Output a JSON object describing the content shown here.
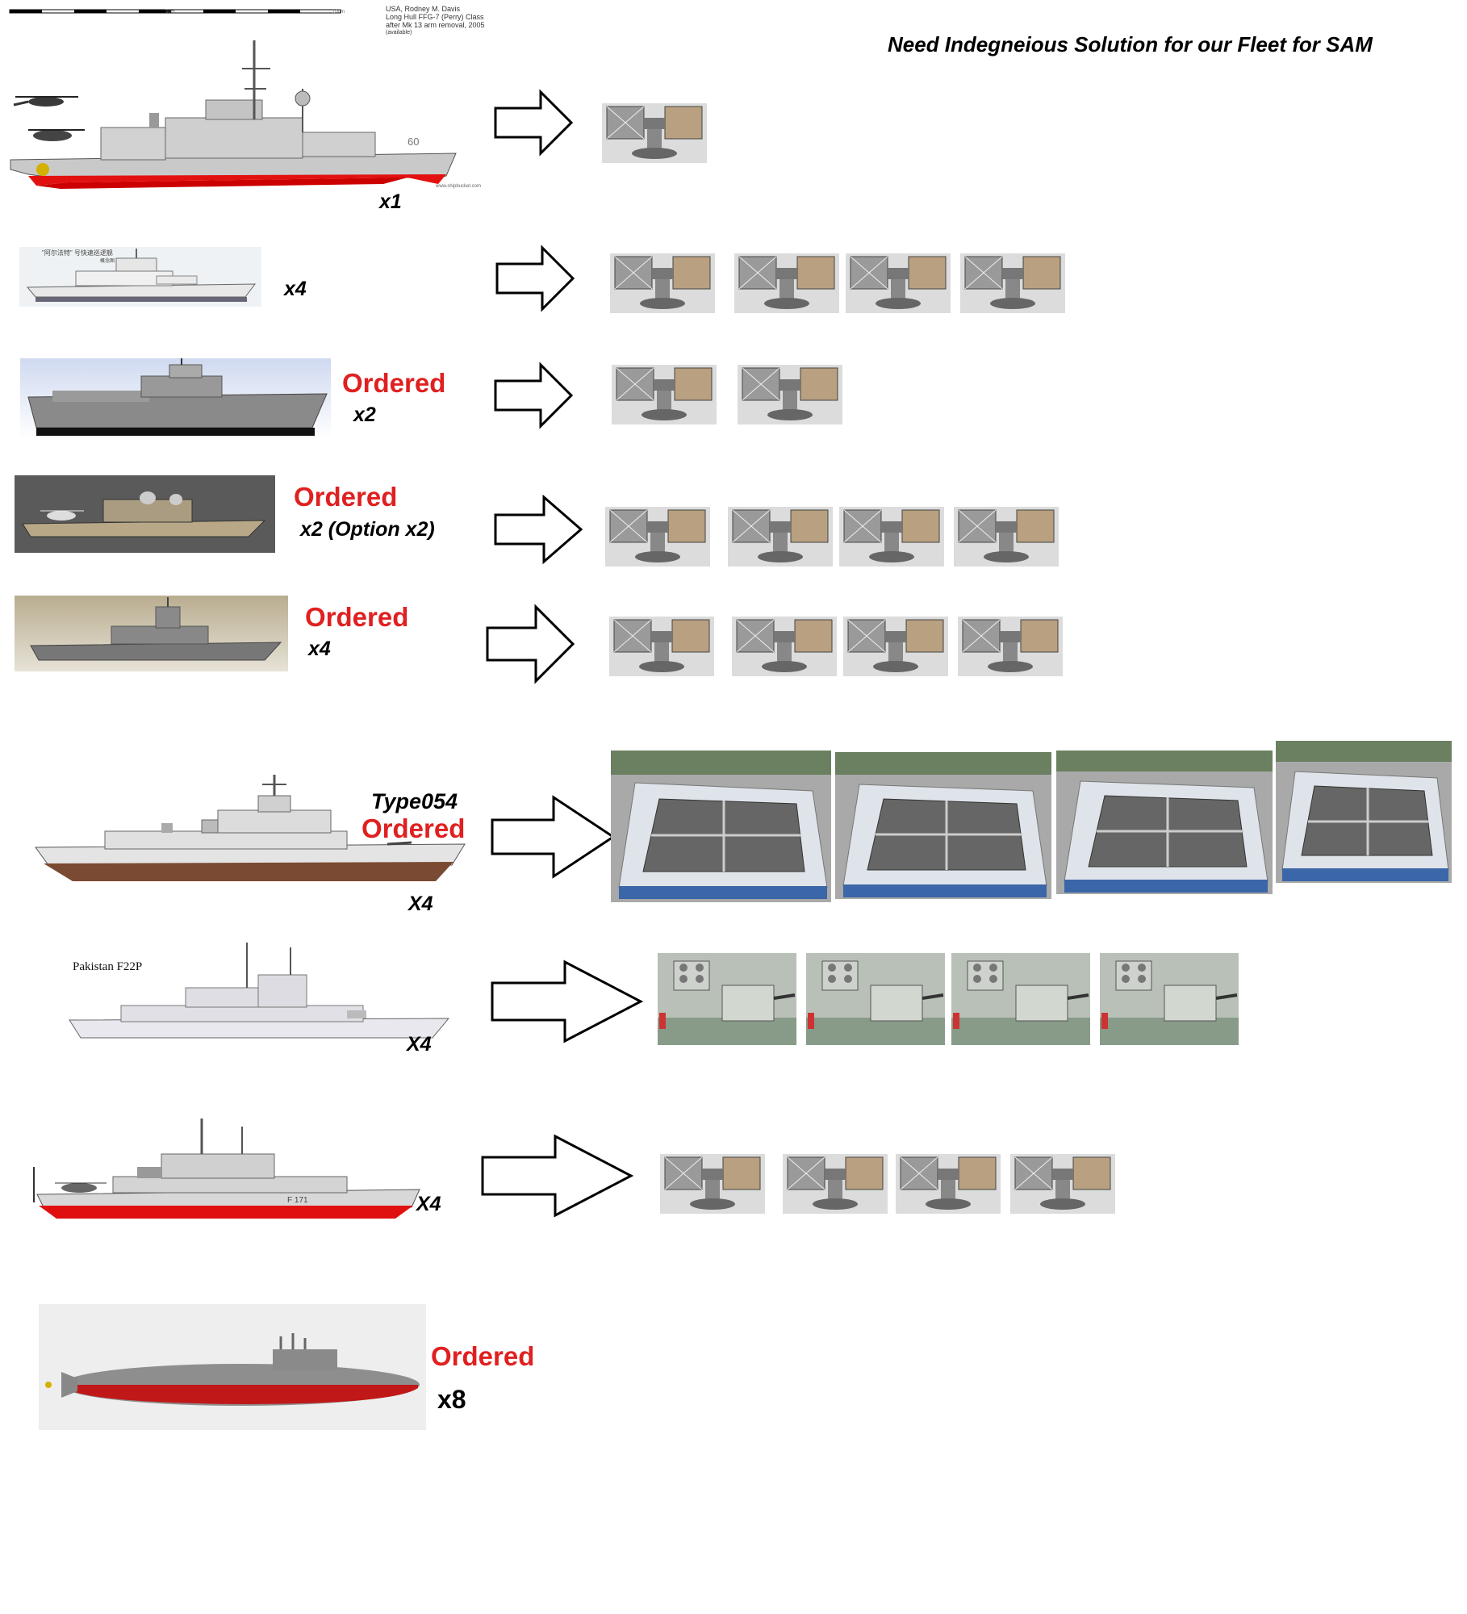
{
  "title": "Need Indegneious Solution for our Fleet for SAM",
  "drawing_credit": {
    "lines": [
      "USA, Rodney M. Davis",
      "Long Hull FFG-7 (Perry) Class",
      "after Mk 13 arm removal, 2005",
      "(available)"
    ],
    "scale_labels": [
      "50m",
      "100m"
    ],
    "source": "www.shipbucket.com"
  },
  "rows": [
    {
      "quantity": "x1",
      "hull_number": "60",
      "launchers": 1,
      "launcher_icon": "sam-launcher-icon"
    },
    {
      "quantity": "x4",
      "caption_glyphs": "\"阿尔法特\" 号快速巡逻舰",
      "caption_sub": "概念图",
      "launchers": 4,
      "launcher_icon": "sam-launcher-icon"
    },
    {
      "status": "Ordered",
      "quantity": "x2",
      "launchers": 2,
      "launcher_icon": "sam-launcher-icon"
    },
    {
      "status": "Ordered",
      "quantity": "x2 (Option x2)",
      "launchers": 4,
      "launcher_icon": "sam-launcher-icon"
    },
    {
      "status": "Ordered",
      "quantity": "x4",
      "launchers": 4,
      "launcher_icon": "sam-launcher-icon"
    },
    {
      "name": "Type054",
      "status": "Ordered",
      "quantity": "X4",
      "launchers": 4,
      "launcher_icon": "vls-cell-icon"
    },
    {
      "name_label": "Pakistan F22P",
      "quantity": "X4",
      "launchers": 4,
      "launcher_icon": "ciws-mount-icon"
    },
    {
      "hull_number": "F 171",
      "quantity": "X4",
      "launchers": 4,
      "launcher_icon": "sam-launcher-icon"
    },
    {
      "status": "Ordered",
      "quantity": "x8",
      "launchers": 0
    }
  ],
  "colors": {
    "ordered_red": "#e02020",
    "hull_red": "#e01010",
    "arrow_stroke": "#000000",
    "ship_grey": "#c8c8c8"
  }
}
